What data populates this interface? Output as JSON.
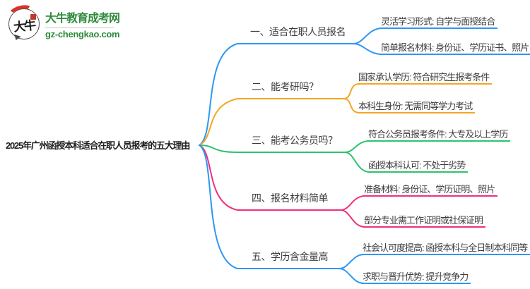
{
  "logo": {
    "icon_text": "大牛",
    "site_name": "大牛教育成考网",
    "site_url": "gz-chengkao.com",
    "brand_green": "#2e8b3d",
    "seal_red": "#c0392b"
  },
  "central_topic": "2025年广州函授本科适合在职人员报考的五大理由",
  "branches": [
    {
      "label": "一、适合在职人员报名",
      "color": "#2E97F2",
      "children": [
        "灵活学习形式: 自学与面授结合",
        "简单报名材料: 身份证、学历证书、照片"
      ]
    },
    {
      "label": "二、能考研吗？",
      "color": "#F5A623",
      "children": [
        "国家承认学历: 符合研究生报考条件",
        "本科生身份: 无需同等学力考试"
      ]
    },
    {
      "label": "三、能考公务员吗？",
      "color": "#2BC46E",
      "children": [
        "符合公务员报考条件: 大专及以上学历",
        "函授本科认可: 不处于劣势"
      ]
    },
    {
      "label": "四、报名材料简单",
      "color": "#F0307C",
      "children": [
        "准备材料: 身份证、学历证明、照片",
        "部分专业需工作证明或社保证明"
      ]
    },
    {
      "label": "五、学历含金量高",
      "color": "#2E97F2",
      "children": [
        "社会认可度提高: 函授本科与全日制本科同等",
        "求职与晋升优势: 提升竞争力"
      ]
    }
  ]
}
